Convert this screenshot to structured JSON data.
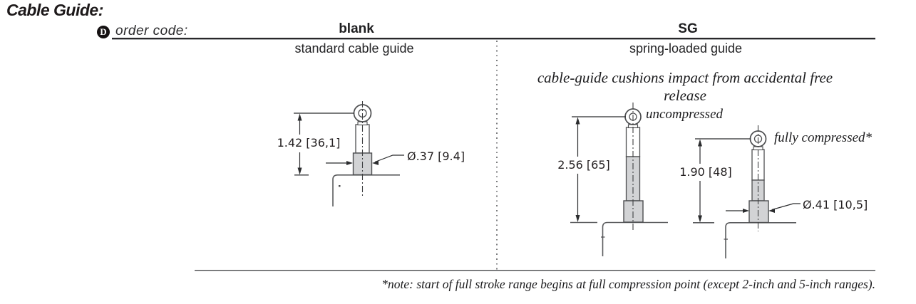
{
  "title": "Cable Guide:",
  "order_code": {
    "marker": "D",
    "label": "order code:"
  },
  "columns": [
    {
      "id": "blank",
      "code": "blank",
      "description": "standard cable guide",
      "diagram": {
        "height_dim": "1.42 [36,1]",
        "diameter_dim": "Ø.37 [9.4]"
      }
    },
    {
      "id": "sg",
      "code": "SG",
      "description": "spring-loaded guide",
      "tagline": "cable-guide cushions impact from accidental free release",
      "diagrams": [
        {
          "label": "uncompressed",
          "height_dim": "2.56 [65]"
        },
        {
          "label": "fully compressed*",
          "height_dim": "1.90 [48]",
          "diameter_dim": "Ø.41 [10,5]"
        }
      ]
    }
  ],
  "footnote": "*note: start of full stroke range begins at full compression point (except 2-inch and 5-inch ranges).",
  "colors": {
    "ink": "#231f20",
    "drawing_line": "#4d4e50",
    "bushing_fill": "#d2d3d5",
    "rule_shadow": "#aaacae"
  }
}
